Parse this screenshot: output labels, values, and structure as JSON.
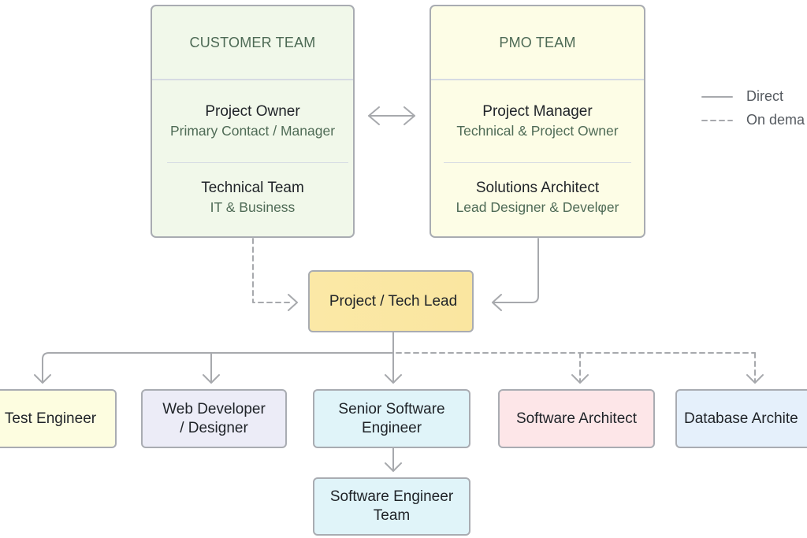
{
  "legend": {
    "direct_label": "Direct",
    "on_demand_label": "On dema"
  },
  "customer_team": {
    "title": "CUSTOMER TEAM",
    "background": "#f1f8ea",
    "roles": [
      {
        "name": "Project Owner",
        "desc": "Primary Contact / Manager"
      },
      {
        "name": "Technical Team",
        "desc": "IT & Business"
      }
    ]
  },
  "pmo_team": {
    "title": "PMO TEAM",
    "background": "#fdfde6",
    "roles": [
      {
        "name": "Project Manager",
        "desc": "Technical & Project Owner"
      },
      {
        "name": "Solutions Architect",
        "desc": "Lead Designer & Develφer"
      }
    ]
  },
  "lead": {
    "label": "Project / Tech Lead",
    "background": "#fbe7a1"
  },
  "members": [
    {
      "label": "Test Engineer",
      "background": "#fdfde0",
      "link": "direct"
    },
    {
      "label": "Web Developer / Designer",
      "background": "#ececf7",
      "link": "direct"
    },
    {
      "label": "Senior Software Engineer",
      "background": "#e0f4f9",
      "link": "direct"
    },
    {
      "label": "Software Architect",
      "background": "#fde6e8",
      "link": "on-demand"
    },
    {
      "label": "Database Archite",
      "background": "#e5f0fb",
      "link": "on-demand"
    }
  ],
  "sub_team": {
    "label": "Software Engineer Team",
    "background": "#e0f4f9"
  },
  "colors": {
    "connector": "#a7a9ad",
    "border": "#a9acb2"
  }
}
